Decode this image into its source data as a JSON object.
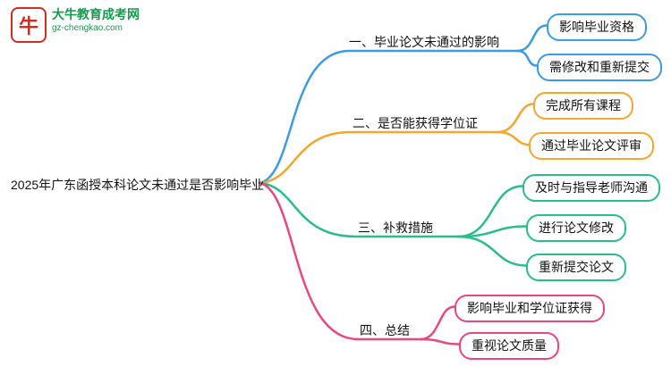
{
  "logo": {
    "title": "大牛教育成考网",
    "url": "gz-chengkao.com",
    "mark": "牛"
  },
  "central": "2025年广东函授本科论文未通过是否影响毕业",
  "colors": {
    "blue": "#3B9BE9",
    "orange": "#F5A72B",
    "green": "#27BE8C",
    "pink": "#EC4680",
    "logo_green": "#119E4B",
    "logo_red": "#D92B1C"
  },
  "branches": [
    {
      "label": "一、毕业论文未通过的影响",
      "color": "#3B9BE9",
      "children": [
        "影响毕业资格",
        "需修改和重新提交"
      ]
    },
    {
      "label": "二、是否能获得学位证",
      "color": "#F5A72B",
      "children": [
        "完成所有课程",
        "通过毕业论文评审"
      ]
    },
    {
      "label": "三、补救措施",
      "color": "#27BE8C",
      "children": [
        "及时与指导老师沟通",
        "进行论文修改",
        "重新提交论文"
      ]
    },
    {
      "label": "四、总结",
      "color": "#EC4680",
      "children": [
        "影响毕业和学位证获得",
        "重视论文质量"
      ]
    }
  ]
}
